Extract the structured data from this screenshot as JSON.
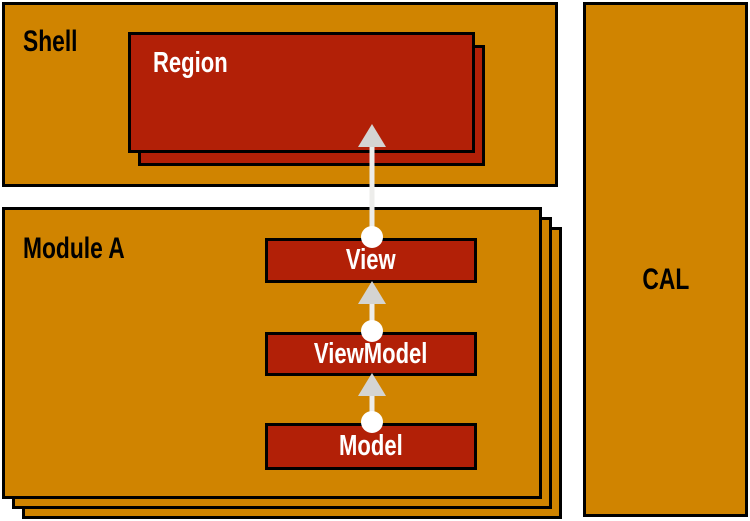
{
  "figure": {
    "shell": {
      "label": "Shell"
    },
    "region": {
      "label": "Region"
    },
    "module": {
      "label": "Module A"
    },
    "cal": {
      "label": "CAL"
    },
    "mvvm": {
      "view": {
        "label": "View"
      },
      "viewmodel": {
        "label": "ViewModel"
      },
      "model": {
        "label": "Model"
      }
    },
    "arrows": [
      {
        "from": "Model",
        "to": "ViewModel"
      },
      {
        "from": "ViewModel",
        "to": "View"
      },
      {
        "from": "View",
        "to": "Region"
      }
    ]
  },
  "colors": {
    "background": "#ffffff",
    "panel_orange": "#d08400",
    "box_red": "#b22007",
    "outline_black": "#000000",
    "arrow_line": "#ededeb",
    "arrow_head": "#d4d4d2",
    "connector_dot": "#ffffff",
    "label_dark": "#000000",
    "label_light": "#ffffff"
  }
}
